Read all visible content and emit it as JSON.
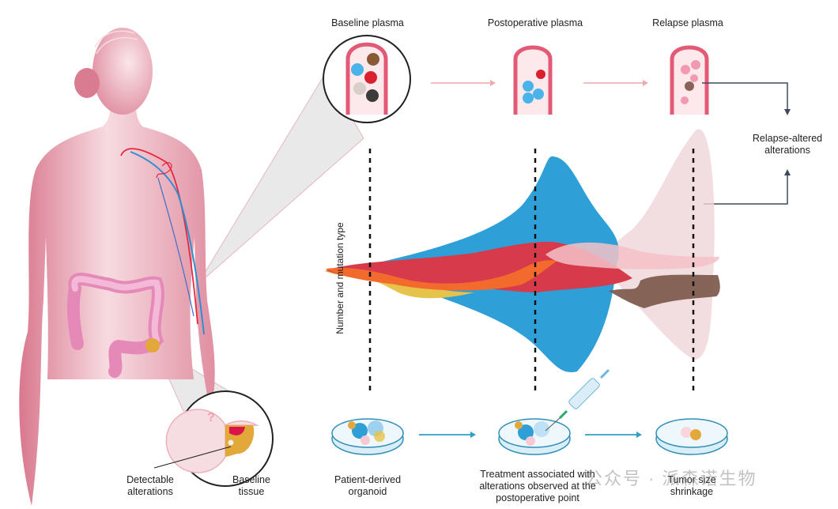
{
  "stages": {
    "baseline_plasma": "Baseline plasma",
    "postoperative_plasma": "Postoperative plasma",
    "relapse_plasma": "Relapse plasma"
  },
  "side_label": "Relapse-altered alterations",
  "y_axis_label": "Number and mutation type",
  "tissue": {
    "detectable": "Detectable alterations",
    "baseline": "Baseline tissue",
    "question_mark": "?"
  },
  "organoid": {
    "patient_derived": "Patient-derived organoid",
    "treatment": "Treatment associated with alterations observed at the postoperative point",
    "shrinkage": "Tumor size shrinkage"
  },
  "watermark": "公众号 · 派森诺生物",
  "colors": {
    "blue": "#2f9fd8",
    "red": "#d73a4a",
    "orange": "#f26a2c",
    "yellow": "#e6c34a",
    "pink": "#f0c6cc",
    "brown": "#8a6358",
    "body": "#e8a2b0",
    "colon": "#e9a0cc"
  }
}
